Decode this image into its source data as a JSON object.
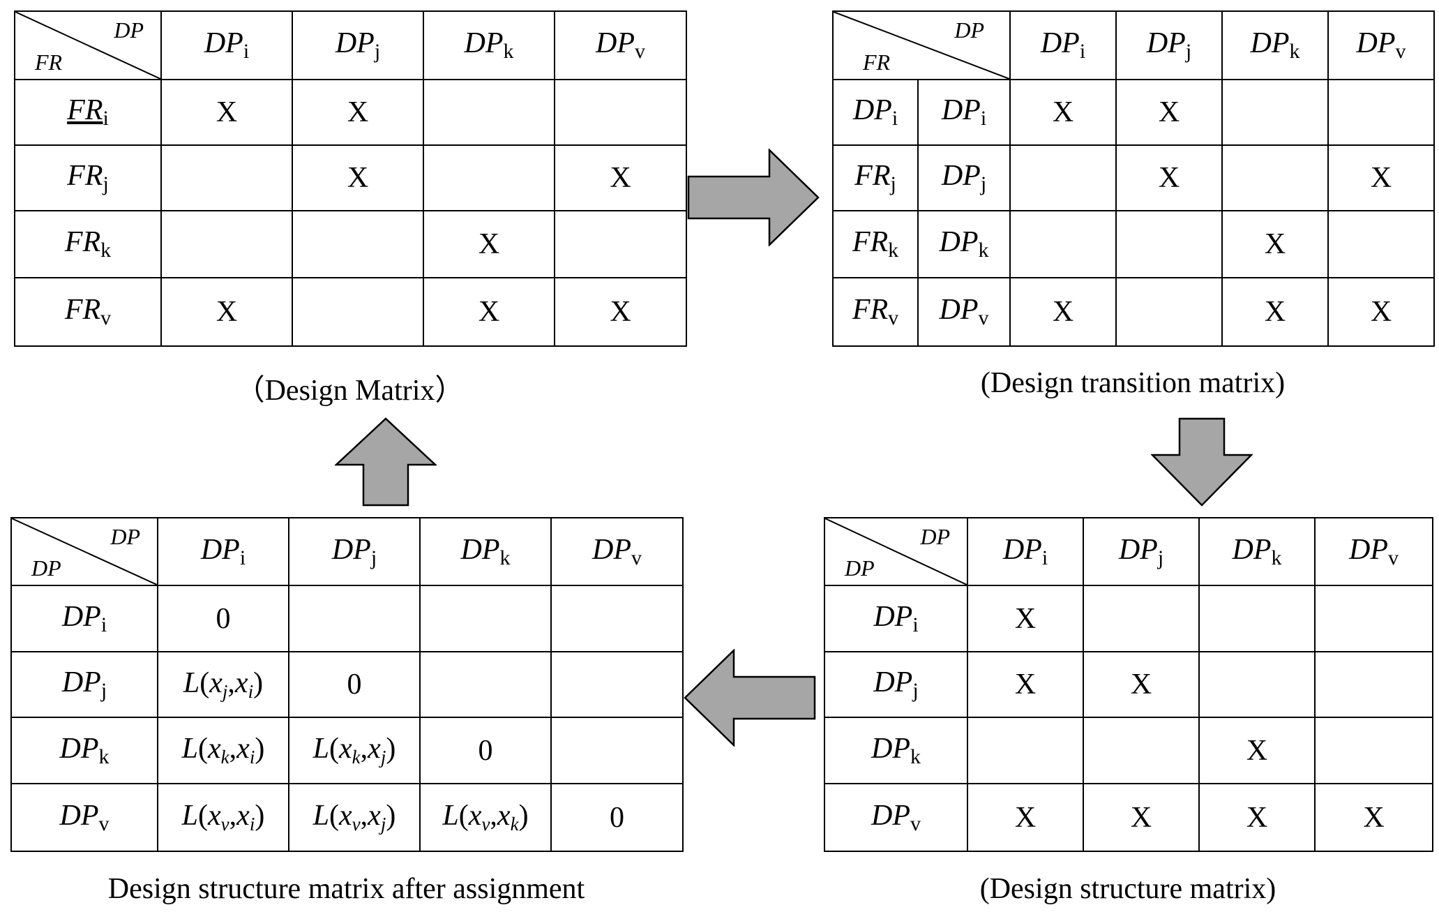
{
  "design_matrix": {
    "caption": "（Design Matrix）",
    "corner_top_right": "DP",
    "corner_bottom_left": "FR",
    "col_headers": [
      {
        "base": "DP",
        "sub": "i"
      },
      {
        "base": "DP",
        "sub": "j"
      },
      {
        "base": "DP",
        "sub": "k"
      },
      {
        "base": "DP",
        "sub": "v"
      }
    ],
    "row_headers": [
      {
        "base": "FR",
        "sub": "i"
      },
      {
        "base": "FR",
        "sub": "j"
      },
      {
        "base": "FR",
        "sub": "k"
      },
      {
        "base": "FR",
        "sub": "v"
      }
    ],
    "cells": [
      [
        "X",
        "X",
        "",
        ""
      ],
      [
        "",
        "X",
        "",
        "X"
      ],
      [
        "",
        "",
        "X",
        ""
      ],
      [
        "X",
        "",
        "X",
        "X"
      ]
    ]
  },
  "transition_matrix": {
    "caption": "(Design transition matrix)",
    "corner_top_right": "DP",
    "corner_bottom_left": "FR",
    "col_headers": [
      {
        "base": "DP",
        "sub": "i"
      },
      {
        "base": "DP",
        "sub": "j"
      },
      {
        "base": "DP",
        "sub": "k"
      },
      {
        "base": "DP",
        "sub": "v"
      }
    ],
    "row_headers_left": [
      {
        "base": "DP",
        "sub": "i"
      },
      {
        "base": "FR",
        "sub": "j"
      },
      {
        "base": "FR",
        "sub": "k"
      },
      {
        "base": "FR",
        "sub": "v"
      }
    ],
    "row_headers_right": [
      {
        "base": "DP",
        "sub": "i"
      },
      {
        "base": "DP",
        "sub": "j"
      },
      {
        "base": "DP",
        "sub": "k"
      },
      {
        "base": "DP",
        "sub": "v"
      }
    ],
    "cells": [
      [
        "X",
        "X",
        "",
        ""
      ],
      [
        "",
        "X",
        "",
        "X"
      ],
      [
        "",
        "",
        "X",
        ""
      ],
      [
        "X",
        "",
        "X",
        "X"
      ]
    ]
  },
  "structure_matrix": {
    "caption": "(Design structure matrix)",
    "corner_top_right": "DP",
    "corner_bottom_left": "DP",
    "col_headers": [
      {
        "base": "DP",
        "sub": "i"
      },
      {
        "base": "DP",
        "sub": "j"
      },
      {
        "base": "DP",
        "sub": "k"
      },
      {
        "base": "DP",
        "sub": "v"
      }
    ],
    "row_headers": [
      {
        "base": "DP",
        "sub": "i"
      },
      {
        "base": "DP",
        "sub": "j"
      },
      {
        "base": "DP",
        "sub": "k"
      },
      {
        "base": "DP",
        "sub": "v"
      }
    ],
    "cells": [
      [
        "X",
        "",
        "",
        ""
      ],
      [
        "X",
        "X",
        "",
        ""
      ],
      [
        "",
        "",
        "X",
        ""
      ],
      [
        "X",
        "X",
        "X",
        "X"
      ]
    ]
  },
  "assigned_matrix": {
    "caption": "Design structure matrix after assignment",
    "corner_top_right": "DP",
    "corner_bottom_left": "DP",
    "col_headers": [
      {
        "base": "DP",
        "sub": "i"
      },
      {
        "base": "DP",
        "sub": "j"
      },
      {
        "base": "DP",
        "sub": "k"
      },
      {
        "base": "DP",
        "sub": "v"
      }
    ],
    "row_headers": [
      {
        "base": "DP",
        "sub": "i"
      },
      {
        "base": "DP",
        "sub": "j"
      },
      {
        "base": "DP",
        "sub": "k"
      },
      {
        "base": "DP",
        "sub": "v"
      }
    ],
    "cells": [
      [
        {
          "zero": "0"
        },
        null,
        null,
        null
      ],
      [
        {
          "a": "j",
          "b": "i"
        },
        {
          "zero": "0"
        },
        null,
        null
      ],
      [
        {
          "a": "k",
          "b": "i"
        },
        {
          "a": "k",
          "b": "j"
        },
        {
          "zero": "0"
        },
        null
      ],
      [
        {
          "a": "v",
          "b": "i"
        },
        {
          "a": "v",
          "b": "j"
        },
        {
          "a": "v",
          "b": "k"
        },
        {
          "zero": "0"
        }
      ]
    ]
  },
  "arrows": [
    {
      "direction": "right",
      "color": "#a6a6a6"
    },
    {
      "direction": "down",
      "color": "#a6a6a6"
    },
    {
      "direction": "left",
      "color": "#a6a6a6"
    },
    {
      "direction": "up",
      "color": "#a6a6a6"
    }
  ]
}
